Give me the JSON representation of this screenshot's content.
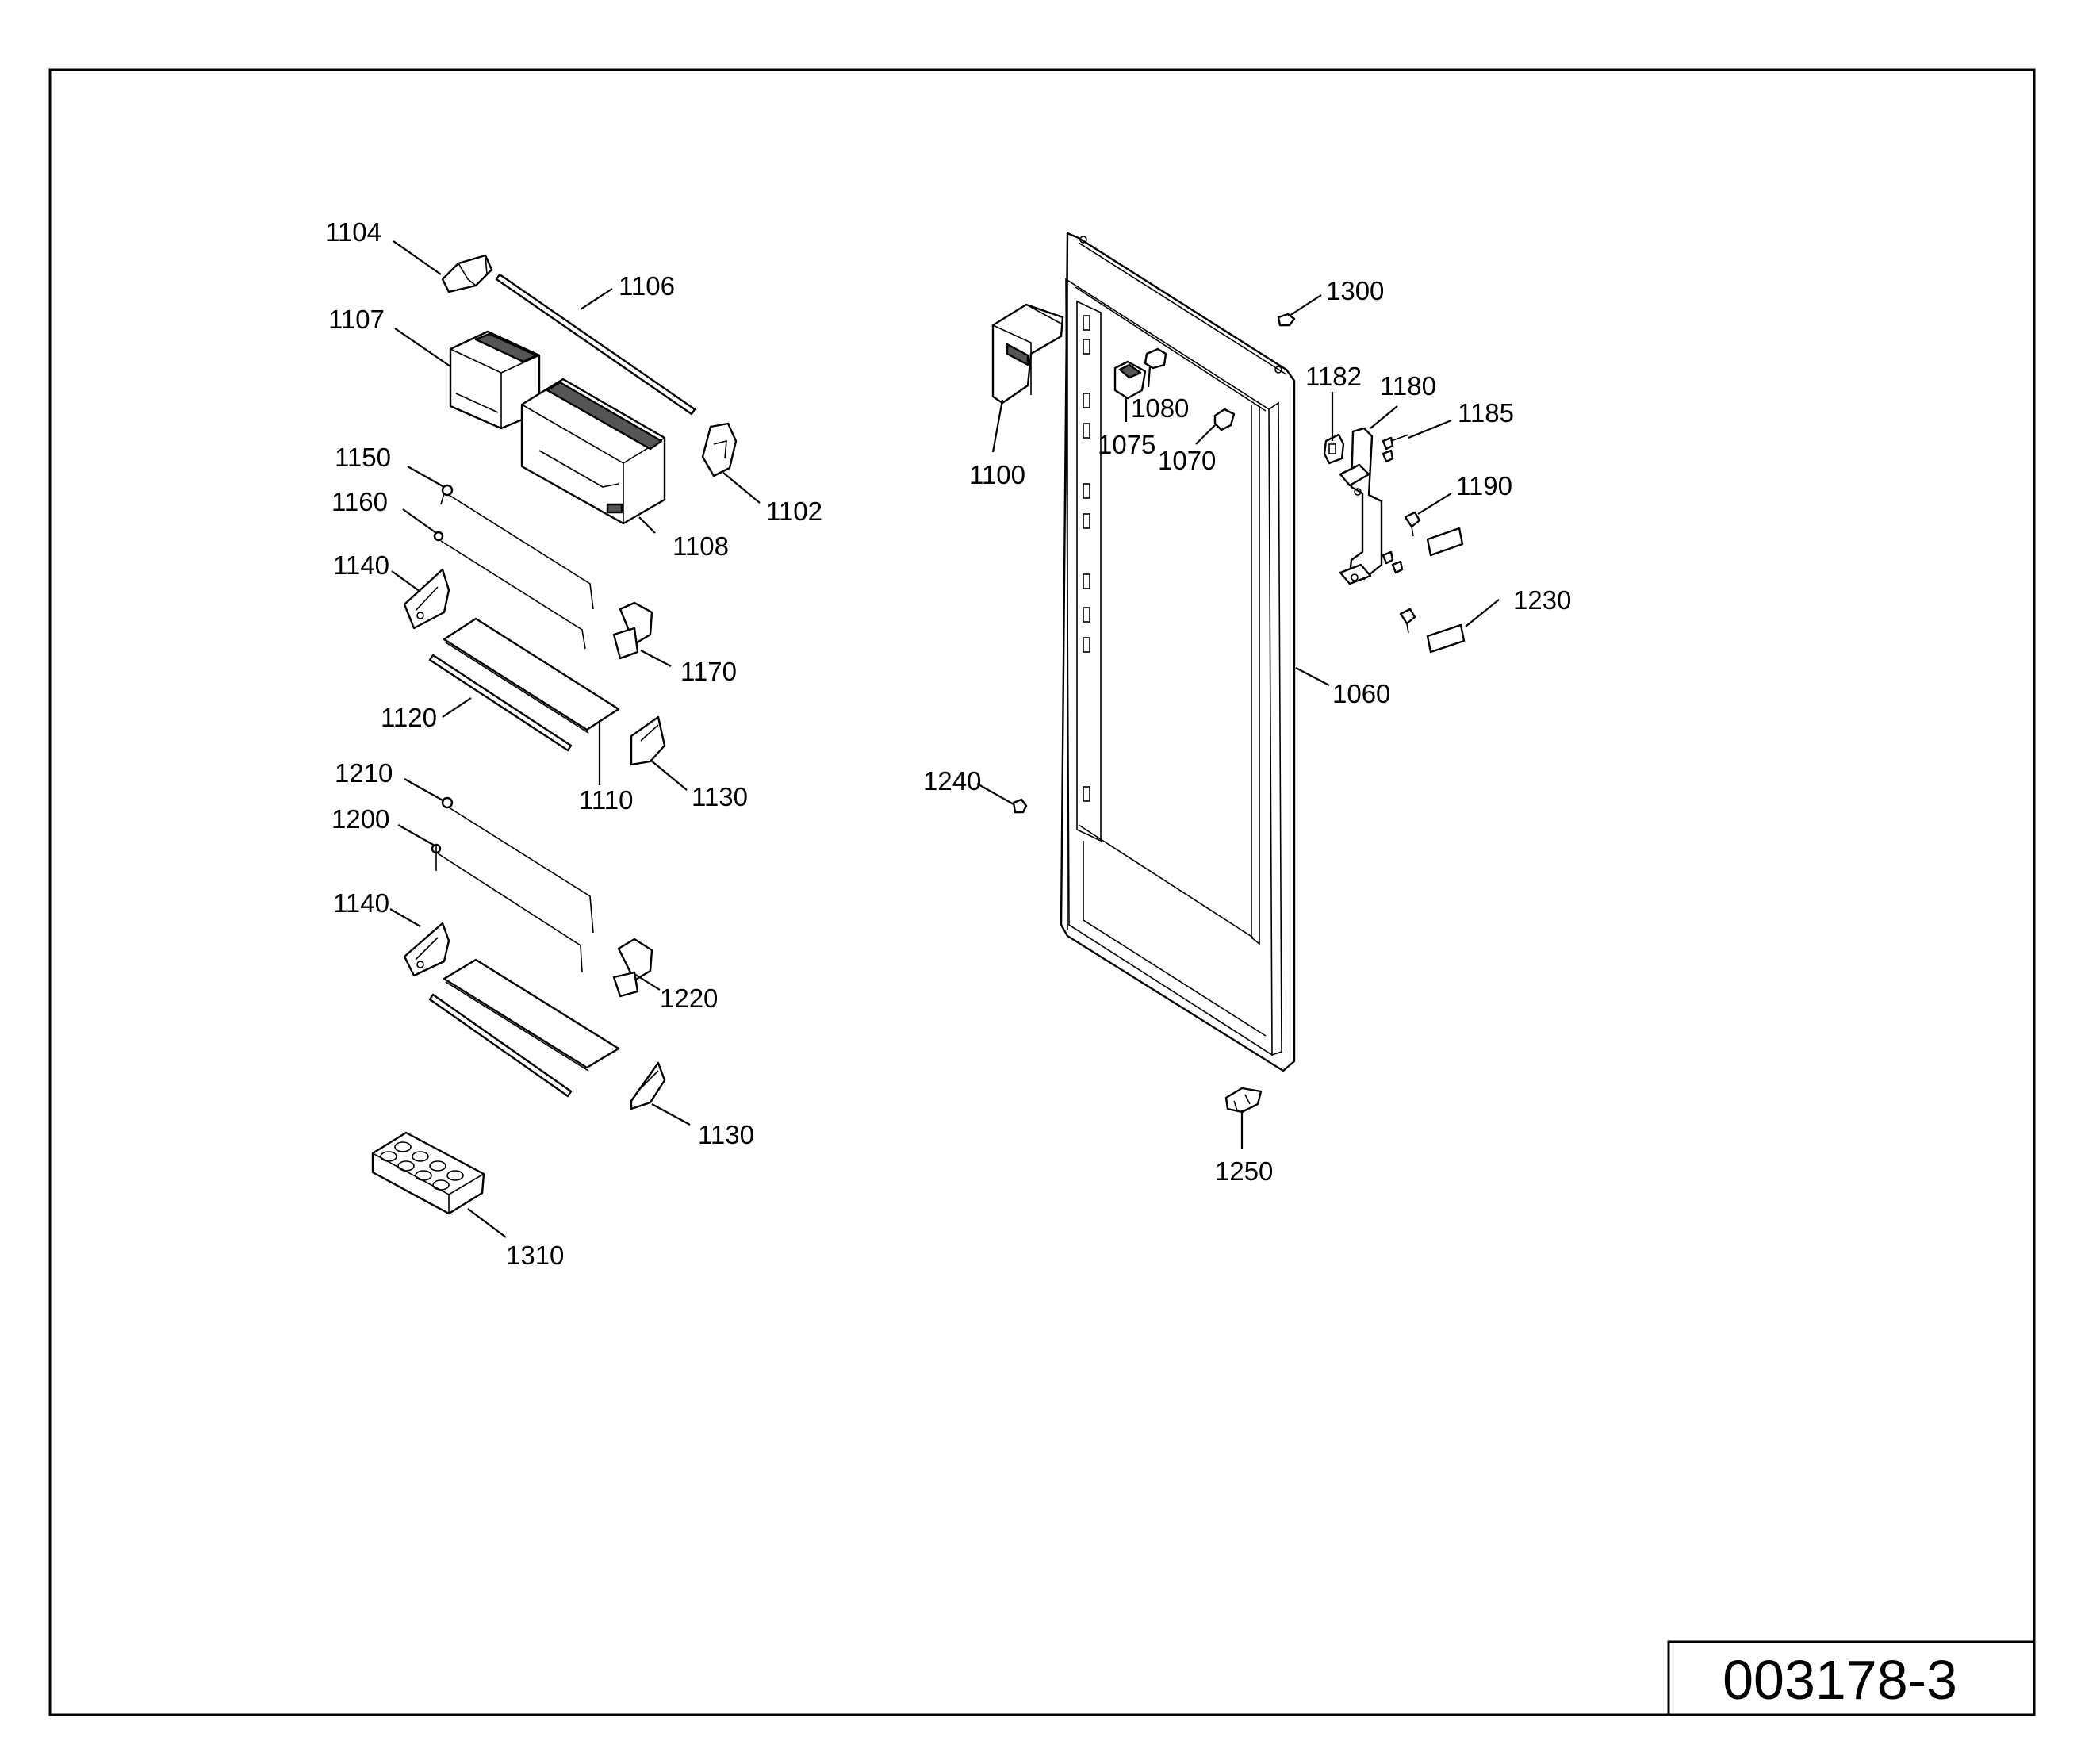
{
  "drawing_number": "003178-3",
  "part_labels": [
    {
      "id": "1104",
      "text": "1104"
    },
    {
      "id": "1106",
      "text": "1106"
    },
    {
      "id": "1107",
      "text": "1107"
    },
    {
      "id": "1108",
      "text": "1108"
    },
    {
      "id": "1102",
      "text": "1102"
    },
    {
      "id": "1150",
      "text": "1150"
    },
    {
      "id": "1160",
      "text": "1160"
    },
    {
      "id": "1140a",
      "text": "1140"
    },
    {
      "id": "1170",
      "text": "1170"
    },
    {
      "id": "1120",
      "text": "1120"
    },
    {
      "id": "1110",
      "text": "1110"
    },
    {
      "id": "1130a",
      "text": "1130"
    },
    {
      "id": "1210",
      "text": "1210"
    },
    {
      "id": "1200",
      "text": "1200"
    },
    {
      "id": "1140b",
      "text": "1140"
    },
    {
      "id": "1220",
      "text": "1220"
    },
    {
      "id": "1130b",
      "text": "1130"
    },
    {
      "id": "1310",
      "text": "1310"
    },
    {
      "id": "1300",
      "text": "1300"
    },
    {
      "id": "1080",
      "text": "1080"
    },
    {
      "id": "1075",
      "text": "1075"
    },
    {
      "id": "1070",
      "text": "1070"
    },
    {
      "id": "1100",
      "text": "1100"
    },
    {
      "id": "1182",
      "text": "1182"
    },
    {
      "id": "1180",
      "text": "1180"
    },
    {
      "id": "1185",
      "text": "1185"
    },
    {
      "id": "1190",
      "text": "1190"
    },
    {
      "id": "1230",
      "text": "1230"
    },
    {
      "id": "1060",
      "text": "1060"
    },
    {
      "id": "1240",
      "text": "1240"
    },
    {
      "id": "1250",
      "text": "1250"
    }
  ]
}
